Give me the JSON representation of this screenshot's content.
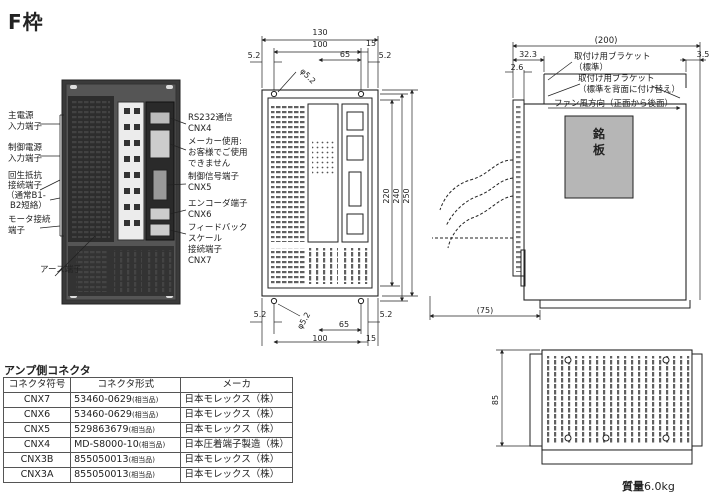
{
  "title": "F枠",
  "front_labels": {
    "main_power": [
      "主電源",
      "入力端子"
    ],
    "control_power": [
      "制御電源",
      "入力端子"
    ],
    "regen": [
      "回生抵抗",
      "接続端子",
      "（通常B1-",
      "B2短絡）"
    ],
    "motor": [
      "モータ接続",
      "端子"
    ],
    "ground": "アース端子",
    "rs232": [
      "RS232通信",
      "CNX4"
    ],
    "maker": [
      "メーカー使用:",
      "お客様でご使用",
      "できません"
    ],
    "control_signal": [
      "制御信号端子",
      "CNX5"
    ],
    "encoder": [
      "エンコーダ端子",
      "CNX6"
    ],
    "feedback": [
      "フィードバック",
      "スケール",
      "接続端子",
      "CNX7"
    ]
  },
  "mid_dims": {
    "w130": "130",
    "w100_top": "100",
    "w65_top": "65",
    "w15_top": "15",
    "w5_2_tl": "5.2",
    "w5_2_tr": "5.2",
    "hole_top": "φ5.2",
    "h220": "220",
    "h240": "240",
    "h250": "250",
    "w5_2_bl": "5.2",
    "w5_2_br": "5.2",
    "hole_bot": "φ5.2",
    "w65_bot": "65",
    "w100_bot": "100",
    "w15_bot": "15"
  },
  "side_dims": {
    "w200": "(200)",
    "w32_3": "32.3",
    "w2_6": "2.6",
    "w3_5": "3.5",
    "w75": "(75)",
    "bracket_std": [
      "取付け用ブラケット",
      "（標準）"
    ],
    "bracket_back": [
      "取付け用ブラケット",
      "（標準を背面に付け替え）"
    ],
    "fan_dir": "ファン風方向（正面から後面）",
    "nameplate": [
      "銘",
      "板"
    ]
  },
  "bottom_dims": {
    "h85": "85"
  },
  "connector_table": {
    "title": "アンプ側コネクタ",
    "headers": [
      "コネクタ符号",
      "コネクタ形式",
      "メーカ"
    ],
    "rows": [
      [
        "CNX7",
        "53460-0629",
        "(相当品)",
        "日本モレックス（株）"
      ],
      [
        "CNX6",
        "53460-0629",
        "(相当品)",
        "日本モレックス（株）"
      ],
      [
        "CNX5",
        "529863679",
        "(相当品)",
        "日本モレックス（株）"
      ],
      [
        "CNX4",
        "MD-S8000-10",
        "(相当品)",
        "日本圧着端子製造（株）"
      ],
      [
        "CNX3B",
        "855050013",
        "(相当品)",
        "日本モレックス（株）"
      ],
      [
        "CNX3A",
        "855050013",
        "(相当品)",
        "日本モレックス（株）"
      ]
    ]
  },
  "mass": {
    "label": "質量",
    "value": "6.0kg"
  }
}
